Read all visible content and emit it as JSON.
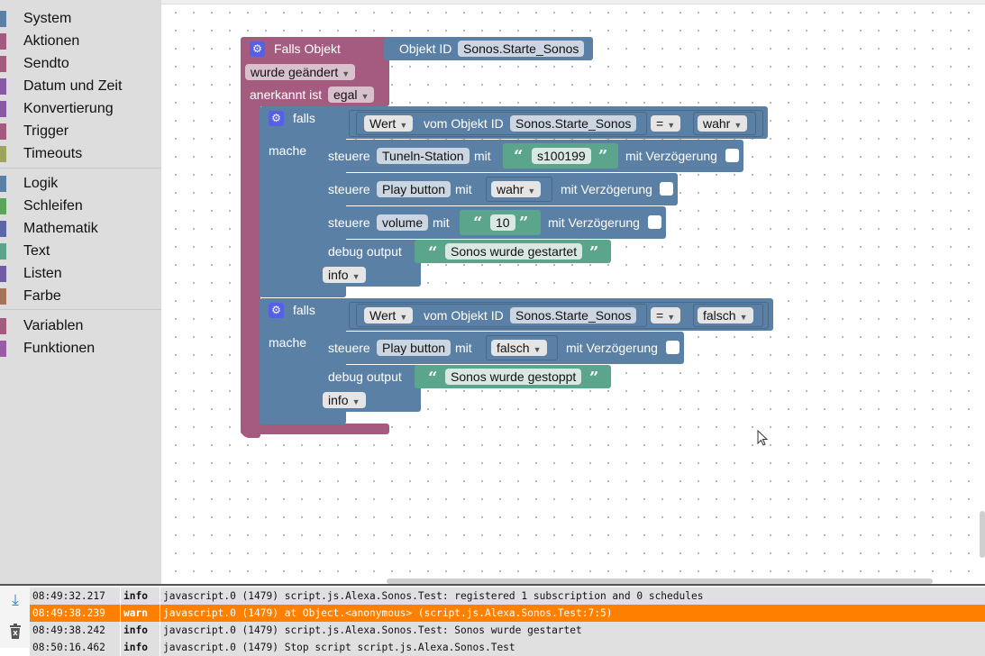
{
  "toolbox": {
    "categories": [
      {
        "label": "System",
        "color": "#5b80a5"
      },
      {
        "label": "Aktionen",
        "color": "#a55b80"
      },
      {
        "label": "Sendto",
        "color": "#a55b80"
      },
      {
        "label": "Datum und Zeit",
        "color": "#8a5ba5"
      },
      {
        "label": "Konvertierung",
        "color": "#8a5ba5"
      },
      {
        "label": "Trigger",
        "color": "#a55b80"
      },
      {
        "label": "Timeouts",
        "color": "#9ea55b"
      },
      {
        "label": "Logik",
        "color": "#5b80a5"
      },
      {
        "label": "Schleifen",
        "color": "#5ba55b"
      },
      {
        "label": "Mathematik",
        "color": "#5b67a5"
      },
      {
        "label": "Text",
        "color": "#5ba58c"
      },
      {
        "label": "Listen",
        "color": "#745ba5"
      },
      {
        "label": "Farbe",
        "color": "#a5745b"
      },
      {
        "label": "Variablen",
        "color": "#a55b80"
      },
      {
        "label": "Funktionen",
        "color": "#995ba5"
      }
    ]
  },
  "blocks": {
    "trigger": {
      "title": "Falls Objekt",
      "object_id_label": "Objekt ID",
      "object_id": "Sonos.Starte_Sonos",
      "change_mode": "wurde geändert",
      "ack_label": "anerkannt ist",
      "ack_value": "egal"
    },
    "if1": {
      "falls": "falls",
      "mache": "mache",
      "cond_prop": "Wert",
      "cond_from": "vom Objekt ID",
      "cond_id": "Sonos.Starte_Sonos",
      "op": "=",
      "cond_value": "wahr",
      "steuere": [
        {
          "label": "steuere",
          "target": "Tuneln-Station",
          "mit": "mit",
          "value": "s100199",
          "delay": "mit Verzögerung"
        },
        {
          "label": "steuere",
          "target": "Play button",
          "mit": "mit",
          "value": "wahr",
          "delay": "mit Verzögerung"
        },
        {
          "label": "steuere",
          "target": "volume",
          "mit": "mit",
          "value": "10",
          "delay": "mit Verzögerung"
        }
      ],
      "debug_label": "debug output",
      "debug_text": "Sonos wurde gestartet",
      "debug_level": "info"
    },
    "if2": {
      "falls": "falls",
      "mache": "mache",
      "cond_prop": "Wert",
      "cond_from": "vom Objekt ID",
      "cond_id": "Sonos.Starte_Sonos",
      "op": "=",
      "cond_value": "falsch",
      "steuere": {
        "label": "steuere",
        "target": "Play button",
        "mit": "mit",
        "value": "falsch",
        "delay": "mit Verzögerung"
      },
      "debug_label": "debug output",
      "debug_text": "Sonos wurde gestoppt",
      "debug_level": "info"
    },
    "quote_open": "“",
    "quote_close": "”",
    "gear_icon": "⚙"
  },
  "log": {
    "rows": [
      {
        "time": "08:49:32.217",
        "severity": "info",
        "message": "javascript.0 (1479) script.js.Alexa.Sonos.Test: registered 1 subscription and 0 schedules"
      },
      {
        "time": "08:49:38.239",
        "severity": "warn",
        "message": "javascript.0 (1479) at Object.<anonymous> (script.js.Alexa.Sonos.Test:7:5)"
      },
      {
        "time": "08:49:38.242",
        "severity": "info",
        "message": "javascript.0 (1479) script.js.Alexa.Sonos.Test: Sonos wurde gestartet"
      },
      {
        "time": "08:50:16.462",
        "severity": "info",
        "message": "javascript.0 (1479) Stop script script.js.Alexa.Sonos.Test"
      }
    ],
    "download_icon": "⤓",
    "trash_icon": "🗑"
  }
}
